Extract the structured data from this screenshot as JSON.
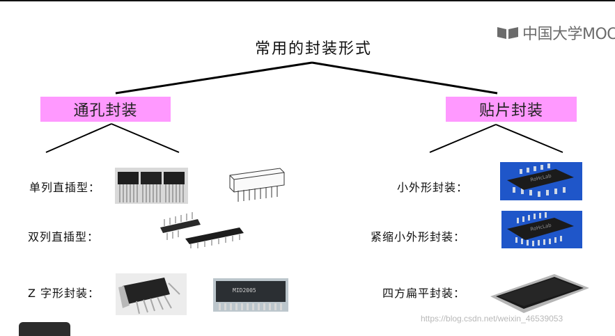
{
  "logo_text": "中国大学MOC",
  "title": "常用的封装形式",
  "categories": {
    "through_hole": "通孔封装",
    "smd": "贴片封装"
  },
  "through_hole_types": [
    {
      "label": "单列直插型："
    },
    {
      "label": "双列直插型："
    },
    {
      "label": "Z 字形封装："
    }
  ],
  "smd_types": [
    {
      "label": "小外形封装："
    },
    {
      "label": "紧缩小外形封装："
    },
    {
      "label": "四方扁平封装："
    }
  ],
  "chip_markings": {
    "sop": "RoHcLab",
    "ssop": "RoHcLab",
    "zip": "MID2005"
  },
  "credit": "https://blog.csdn.net/weixin_46539053",
  "colors": {
    "category_box": "#ff99ff",
    "smd_photo_bg": "#1f56c9"
  }
}
